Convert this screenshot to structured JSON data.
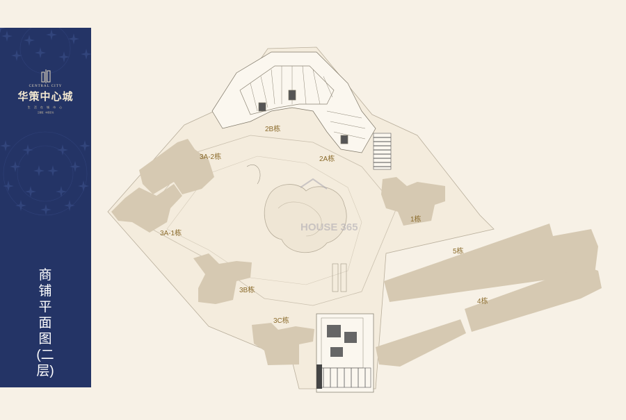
{
  "brand": {
    "name_en": "CENTRAL CITY",
    "name_cn": "华策中心城",
    "tagline": "生 活 在 城 市 心",
    "sub": "江都区 · 中国石化"
  },
  "page_title": "商铺平面图(二层)",
  "buildings": {
    "b2b": "2B栋",
    "b2a": "2A栋",
    "b3a2": "3A-2栋",
    "b3a1": "3A-1栋",
    "b1": "1栋",
    "b5": "5栋",
    "b3b": "3B栋",
    "b4": "4栋",
    "b3c": "3C栋"
  },
  "colors": {
    "panel": "#243466",
    "background": "#f7f1e6",
    "building": "#d6c9b2",
    "label": "#8a6a2a",
    "outline": "#9c9484"
  },
  "watermark": "HOUSE 365"
}
